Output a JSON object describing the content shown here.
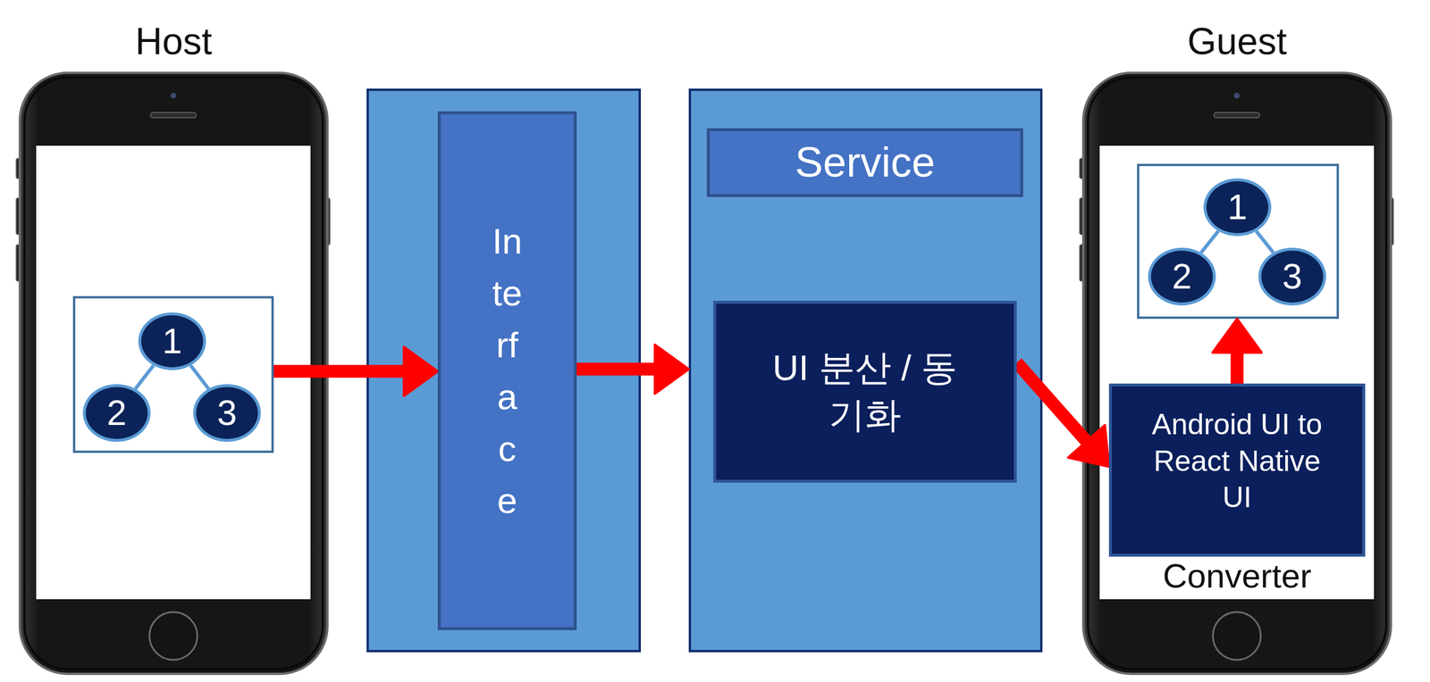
{
  "diagram": {
    "nodes": [
      {
        "text": [
          "Host"
        ]
      },
      {
        "text": [],
        "in": 0
      },
      {
        "text": [
          "1"
        ],
        "in": 1
      },
      {
        "text": [
          "2"
        ],
        "in": 1
      },
      {
        "text": [
          "3"
        ],
        "in": 1
      },
      {
        "text": []
      },
      {
        "text": [
          "Interface"
        ],
        "in": 5
      },
      {
        "text": []
      },
      {
        "text": [
          "Service"
        ],
        "in": 7
      },
      {
        "text": [
          "UI 분산 / 동기화"
        ],
        "in": 7
      },
      {
        "text": [
          "Guest"
        ]
      },
      {
        "text": [],
        "in": 10
      },
      {
        "text": [
          "1"
        ],
        "in": 11
      },
      {
        "text": [
          "2"
        ],
        "in": 11
      },
      {
        "text": [
          "3"
        ],
        "in": 11
      },
      {
        "text": [
          "Android UI to React Native UI",
          "Converter"
        ],
        "in": 10
      }
    ],
    "edges": [
      {
        "from": 2,
        "to": 3,
        "arrow": "none"
      },
      {
        "from": 2,
        "to": 4,
        "arrow": "none"
      },
      {
        "from": 12,
        "to": 13,
        "arrow": "none"
      },
      {
        "from": 12,
        "to": 14,
        "arrow": "none"
      },
      {
        "from": 1,
        "to": 6,
        "arrow": "to"
      },
      {
        "from": 6,
        "to": 7,
        "arrow": "to"
      },
      {
        "from": 9,
        "to": 15,
        "arrow": "to"
      },
      {
        "from": 15,
        "to": 11,
        "arrow": "to"
      }
    ]
  }
}
